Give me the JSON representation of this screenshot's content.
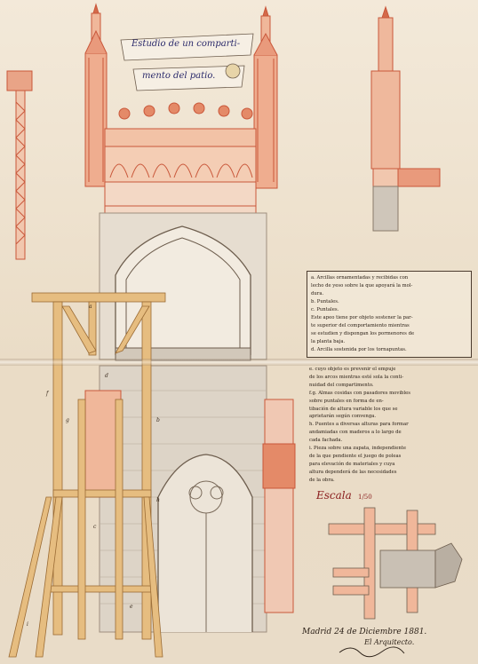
{
  "banner": {
    "line1": "Estudio de un comparti-",
    "line2": "mento del patio."
  },
  "legend": [
    "a. Arcillas ornamentadas y recibidas con",
    "   lecho de yeso sobre la que apoyará la mol-",
    "   dura.",
    "b. Puntales.",
    "c. Puntales.",
    "   Este apeo tiene por objeto sostener la par-",
    "   te superior del comportamiento mientras",
    "   se estudien y dispongan los pormenores de",
    "   la planta baja.",
    "d. Arcilla sostenida por los tornapuntas."
  ],
  "notes": [
    "e. cuyo objeto es prevenir el empuje",
    "   de los arcos mientras esté sola la conti-",
    "   nuidad del compartimento.",
    "f.g. Almas cosidas con pasadores movibles",
    "   sobre puntales en forma de en-",
    "   tibación de altura variable los que se",
    "   aprietarán según convenga.",
    "h. Puentes a diversas alturas para formar",
    "   andamiadas con maderos a lo largo de",
    "   cada fachada.",
    "i. Pieza sobre una zapata, independiente",
    "   de la que pendiente el juego de poleas",
    "   para elevación de materiales y cuya",
    "   altura dependerá de las necesidades",
    "   de la obra."
  ],
  "scale": {
    "title": "Escala",
    "unit": "1/50"
  },
  "footer": {
    "date": "Madrid 24 de Diciembre 1881.",
    "role": "El Arquitecto."
  },
  "labels": {
    "a": "a",
    "b": "b",
    "c": "c",
    "d": "d",
    "e": "e",
    "f": "f",
    "g": "g",
    "h": "h",
    "i": "i"
  },
  "colors": {
    "paper": "#efe4d2",
    "red_ink": "#d46a4a",
    "wood": "#e3b878",
    "stone": "#d8cfc2",
    "ink": "#2c2118",
    "banner_ink": "#2b2a6b"
  }
}
